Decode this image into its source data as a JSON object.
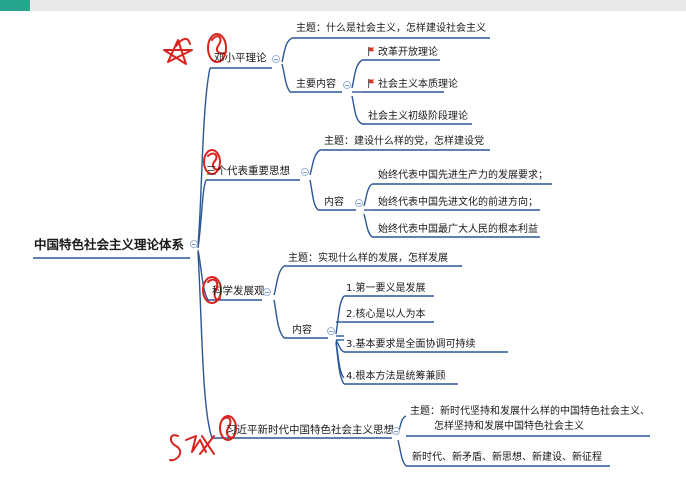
{
  "header": {
    "accent_color": "#27a58d",
    "bar_color": "#e9e9e9"
  },
  "mindmap": {
    "root": "中国特色社会主义理论体系",
    "branches": [
      {
        "label": "邓小平理论",
        "theme": "主题：什么是社会主义，怎样建设社会主义",
        "content_label": "主要内容",
        "items": [
          "改革开放理论",
          "社会主义本质理论",
          "社会主义初级阶段理论"
        ]
      },
      {
        "label": "三个代表重要思想",
        "theme": "主题：建设什么样的党，怎样建设党",
        "content_label": "内容",
        "items": [
          "始终代表中国先进生产力的发展要求；",
          "始终代表中国先进文化的前进方向；",
          "始终代表中国最广大人民的根本利益"
        ]
      },
      {
        "label": "科学发展观",
        "theme": "主题：实现什么样的发展，怎样发展",
        "content_label": "内容",
        "items": [
          "1.第一要义是发展",
          "2.核心是以人为本",
          "3.基本要求是全面协调可持续",
          "4.根本方法是统筹兼顾"
        ]
      },
      {
        "label": "习近平新时代中国特色社会主义思想",
        "theme_line1": "主题：新时代坚持和发展什么样的中国特色社会主义、",
        "theme_line2": "怎样坚持和发展中国特色社会主义",
        "items": [
          "新时代、新矛盾、新思想、新建设、新征程"
        ]
      }
    ]
  },
  "colors": {
    "line": "#2b5797",
    "annotation": "#d9231f",
    "flag": "#d33a2c"
  }
}
